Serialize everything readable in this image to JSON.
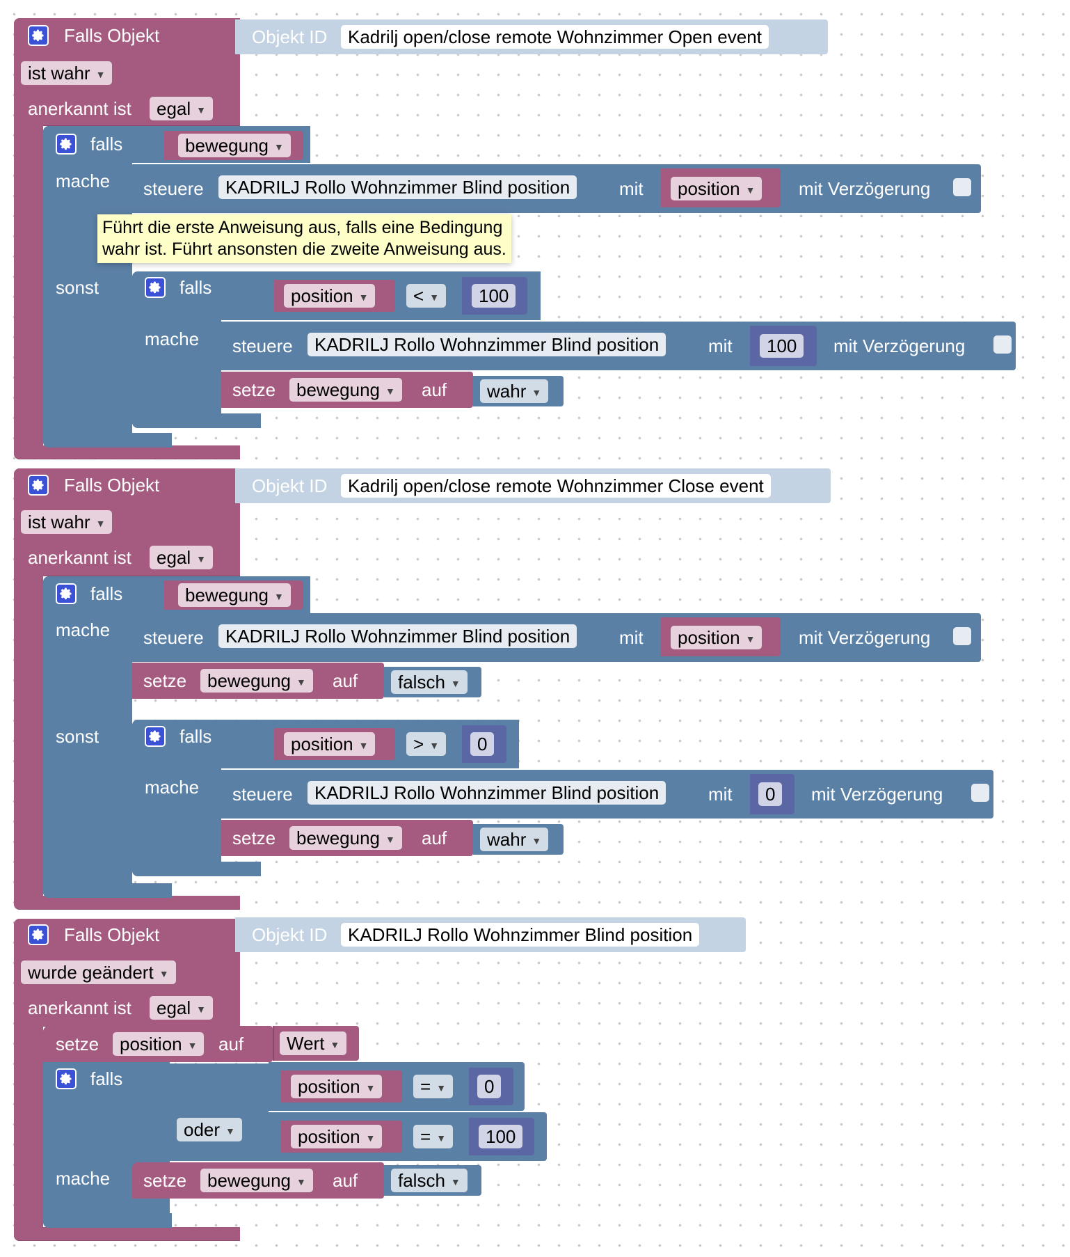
{
  "icons": {
    "gear": "gear-icon",
    "dropdown": "dropdown-arrow-icon",
    "checkbox": "checkbox"
  },
  "colors": {
    "event_block": "#a55b80",
    "control_block": "#5b80a5",
    "number_block": "#5b67a5",
    "object_id_block": "#c3d3e3",
    "tooltip": "#fefec8"
  },
  "blocks": [
    {
      "trigger": {
        "label": "Falls Objekt",
        "id_label": "Objekt ID",
        "id_value": "Kadrilj open/close remote Wohnzimmer Open event",
        "condition": "ist wahr",
        "ack_label": "anerkannt ist",
        "ack_value": "egal"
      },
      "if": {
        "falls": "falls",
        "var": "bewegung",
        "mache": "mache"
      },
      "then": {
        "steuere": "steuere",
        "target": "KADRILJ Rollo Wohnzimmer Blind position",
        "mit": "mit",
        "value": "position",
        "delay": "mit Verzögerung"
      },
      "sonst": "sonst",
      "inner_if": {
        "falls": "falls",
        "var": "position",
        "op": "<",
        "num": "100",
        "mache": "mache"
      },
      "inner_then": {
        "steuere": "steuere",
        "target": "KADRILJ Rollo Wohnzimmer Blind position",
        "mit": "mit",
        "num": "100",
        "delay": "mit Verzögerung"
      },
      "inner_set": {
        "setze": "setze",
        "var": "bewegung",
        "auf": "auf",
        "value": "wahr"
      }
    },
    {
      "trigger": {
        "label": "Falls Objekt",
        "id_label": "Objekt ID",
        "id_value": "Kadrilj open/close remote Wohnzimmer Close event",
        "condition": "ist wahr",
        "ack_label": "anerkannt ist",
        "ack_value": "egal"
      },
      "if": {
        "falls": "falls",
        "var": "bewegung",
        "mache": "mache"
      },
      "then": {
        "steuere": "steuere",
        "target": "KADRILJ Rollo Wohnzimmer Blind position",
        "mit": "mit",
        "value": "position",
        "delay": "mit Verzögerung"
      },
      "then_set": {
        "setze": "setze",
        "var": "bewegung",
        "auf": "auf",
        "value": "falsch"
      },
      "sonst": "sonst",
      "inner_if": {
        "falls": "falls",
        "var": "position",
        "op": ">",
        "num": "0",
        "mache": "mache"
      },
      "inner_then": {
        "steuere": "steuere",
        "target": "KADRILJ Rollo Wohnzimmer Blind position",
        "mit": "mit",
        "num": "0",
        "delay": "mit Verzögerung"
      },
      "inner_set": {
        "setze": "setze",
        "var": "bewegung",
        "auf": "auf",
        "value": "wahr"
      }
    },
    {
      "trigger": {
        "label": "Falls Objekt",
        "id_label": "Objekt ID",
        "id_value": "KADRILJ Rollo Wohnzimmer Blind position",
        "condition": "wurde geändert",
        "ack_label": "anerkannt ist",
        "ack_value": "egal"
      },
      "set_pos": {
        "setze": "setze",
        "var": "position",
        "auf": "auf",
        "value": "Wert"
      },
      "if": {
        "falls": "falls",
        "mache": "mache"
      },
      "or": "oder",
      "cmp1": {
        "var": "position",
        "op": "=",
        "num": "0"
      },
      "cmp2": {
        "var": "position",
        "op": "=",
        "num": "100"
      },
      "then_set": {
        "setze": "setze",
        "var": "bewegung",
        "auf": "auf",
        "value": "falsch"
      }
    }
  ],
  "tooltip": {
    "line1": "Führt die erste Anweisung aus, falls eine Bedingung",
    "line2": "wahr ist. Führt ansonsten die zweite Anweisung aus."
  }
}
